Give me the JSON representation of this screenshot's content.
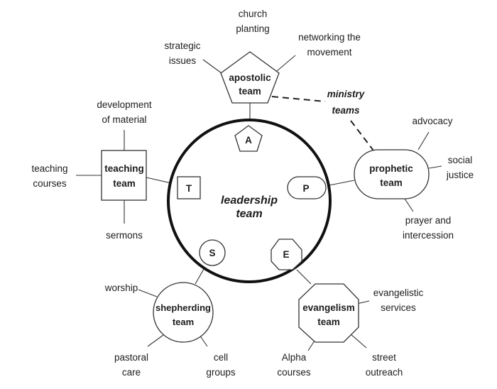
{
  "center": {
    "line1": "leadership",
    "line2": "team"
  },
  "ministry_teams": {
    "line1": "ministry",
    "line2": "teams"
  },
  "badges": {
    "a": "A",
    "p": "P",
    "e": "E",
    "s": "S",
    "t": "T"
  },
  "teams": {
    "apostolic": {
      "line1": "apostolic",
      "line2": "team",
      "items": [
        {
          "line1": "church",
          "line2": "planting"
        },
        {
          "line1": "strategic",
          "line2": "issues"
        },
        {
          "line1": "networking the",
          "line2": "movement"
        }
      ]
    },
    "prophetic": {
      "line1": "prophetic",
      "line2": "team",
      "items": [
        {
          "line1": "advocacy"
        },
        {
          "line1": "social",
          "line2": "justice"
        },
        {
          "line1": "prayer and",
          "line2": "intercession"
        }
      ]
    },
    "evangelism": {
      "line1": "evangelism",
      "line2": "team",
      "items": [
        {
          "line1": "evangelistic",
          "line2": "services"
        },
        {
          "line1": "Alpha",
          "line2": "courses"
        },
        {
          "line1": "street",
          "line2": "outreach"
        }
      ]
    },
    "shepherding": {
      "line1": "shepherding",
      "line2": "team",
      "items": [
        {
          "line1": "worship"
        },
        {
          "line1": "pastoral",
          "line2": "care"
        },
        {
          "line1": "cell",
          "line2": "groups"
        }
      ]
    },
    "teaching": {
      "line1": "teaching",
      "line2": "team",
      "items": [
        {
          "line1": "development",
          "line2": "of material"
        },
        {
          "line1": "teaching",
          "line2": "courses"
        },
        {
          "line1": "sermons"
        }
      ]
    }
  }
}
